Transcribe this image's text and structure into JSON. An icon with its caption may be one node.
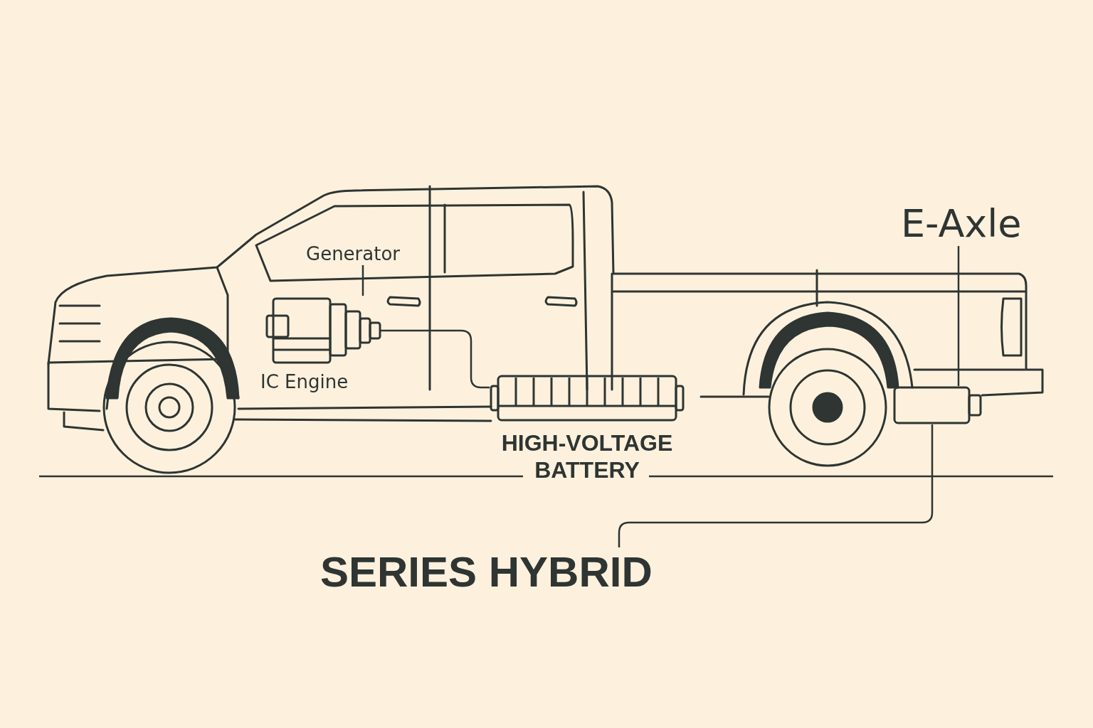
{
  "diagram": {
    "nodes": [
      {
        "text": [
          "Generator"
        ]
      },
      {
        "text": [],
        "shape": "picture",
        "beside": [
          "IC Engine"
        ]
      },
      {
        "text": [],
        "shape": "picture",
        "beside": [
          "HIGH-VOLTAGE BATTERY"
        ]
      },
      {
        "text": [
          "E-Axle"
        ]
      },
      {
        "text": [],
        "shape": "box"
      },
      {
        "text": [
          "SERIES HYBRID"
        ]
      }
    ],
    "edges": [
      {
        "from": 0,
        "to": 1,
        "arrow": "none"
      },
      {
        "from": 1,
        "to": 2,
        "arrow": "none"
      },
      {
        "from": 3,
        "to": 4,
        "arrow": "none"
      },
      {
        "from": 5,
        "to": 4,
        "arrow": "none"
      }
    ]
  }
}
